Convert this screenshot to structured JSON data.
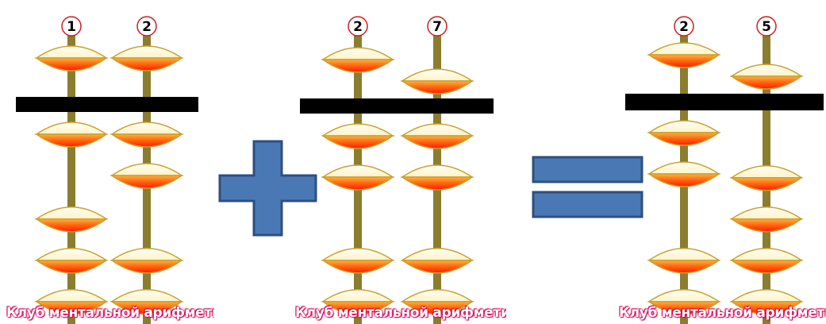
{
  "colors": {
    "rod": "#8b7d2e",
    "beam": "#000000",
    "bead_top": "#fffde8",
    "bead_mid": "#ffa030",
    "bead_bottom": "#ff1a00",
    "bead_outline": "#c9a12e",
    "operator_fill": "#4a78b5",
    "operator_stroke": "#2d4f80",
    "badge_ring": "#cc2020",
    "caption_glow": "#e0005a"
  },
  "abaci": [
    {
      "name": "abacus-left",
      "rods": [
        {
          "label": "1",
          "value": 1
        },
        {
          "label": "2",
          "value": 2
        }
      ],
      "caption": "Клуб ментальной арифметики"
    },
    {
      "name": "abacus-middle",
      "rods": [
        {
          "label": "2",
          "value": 2
        },
        {
          "label": "7",
          "value": 7
        }
      ],
      "caption": "Клуб ментальной арифметики"
    },
    {
      "name": "abacus-right",
      "rods": [
        {
          "label": "2",
          "value": 2
        },
        {
          "label": "5",
          "value": 5
        }
      ],
      "caption": "Клуб ментальной арифметики"
    }
  ],
  "operators": {
    "plus": "plus",
    "equals": "equals"
  }
}
